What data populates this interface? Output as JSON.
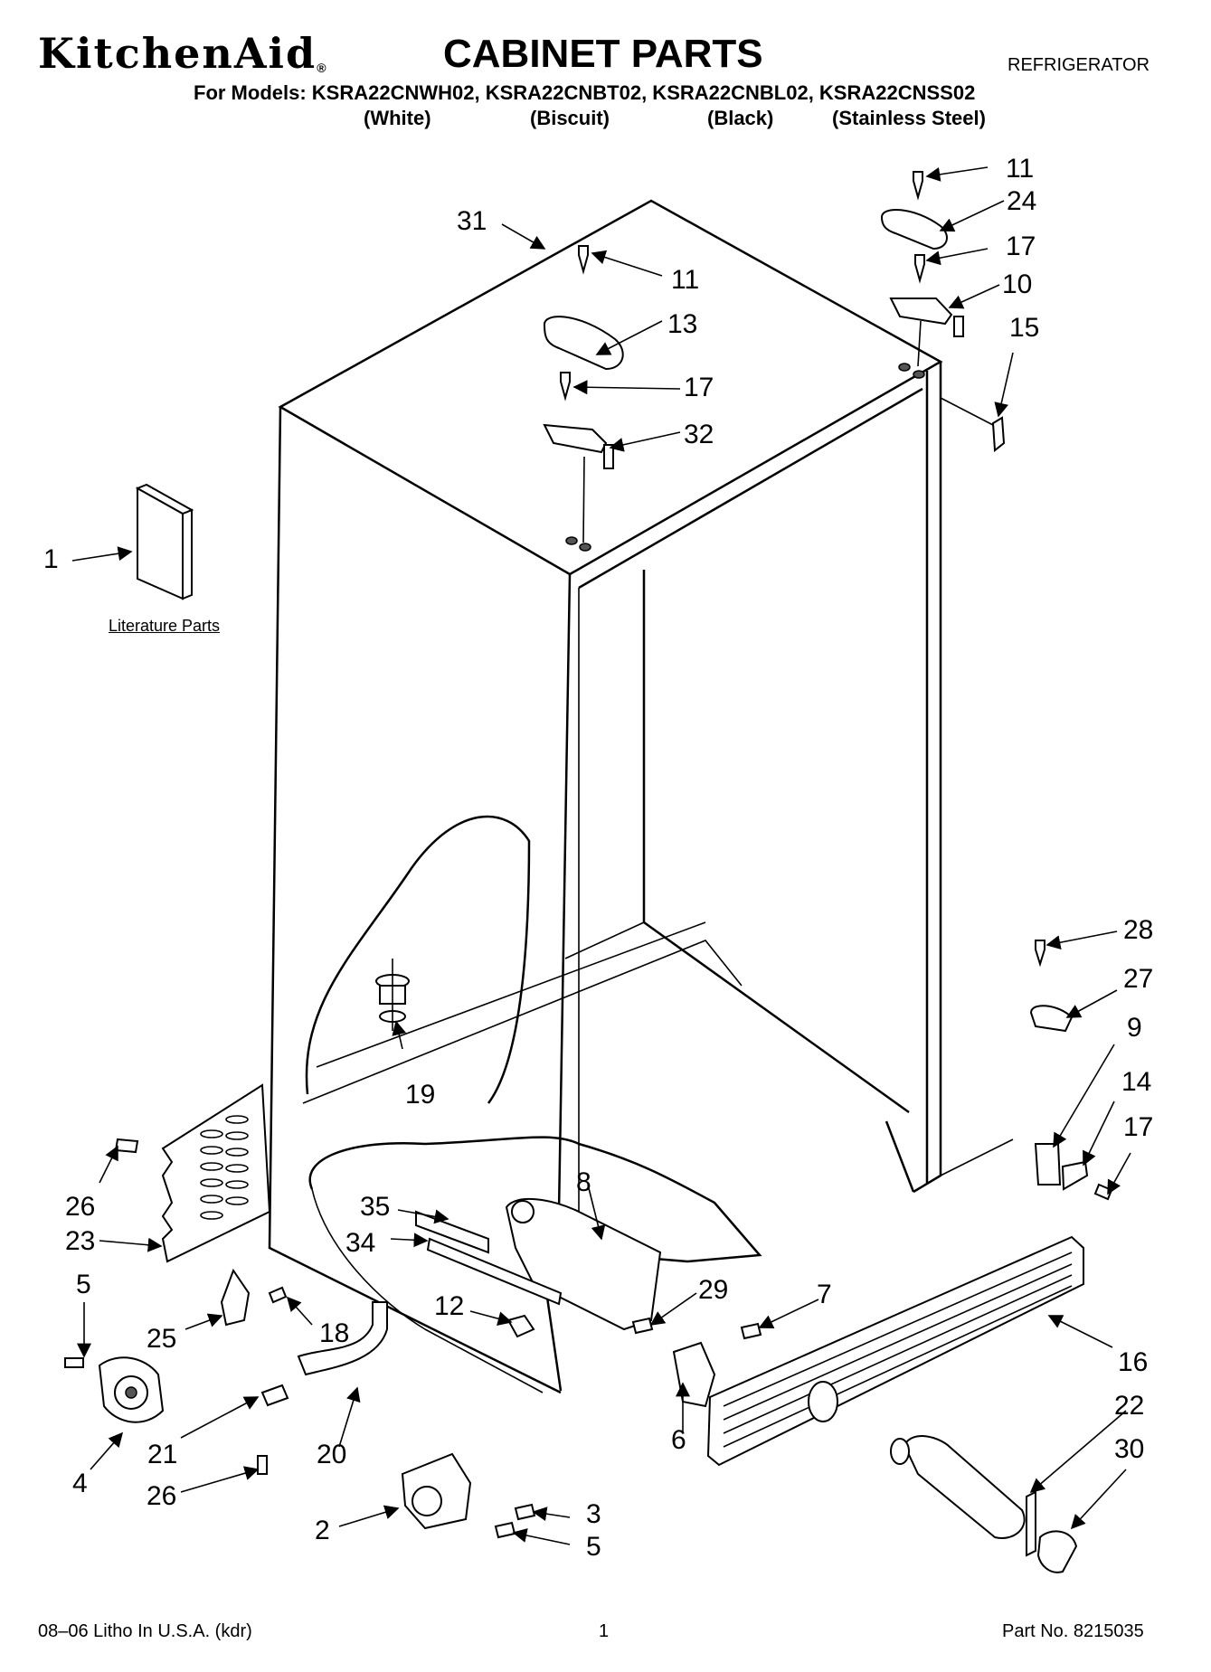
{
  "header": {
    "brand": "KitchenAid",
    "brand_mark": "®",
    "title": "CABINET PARTS",
    "appliance": "REFRIGERATOR",
    "models_line": "For Models: KSRA22CNWH02, KSRA22CNBT02, KSRA22CNBL02, KSRA22CNSS02",
    "colors": [
      "(White)",
      "(Biscuit)",
      "(Black)",
      "(Stainless Steel)"
    ]
  },
  "literature_label": "Literature Parts",
  "callouts": {
    "c1": "1",
    "c2": "2",
    "c3": "3",
    "c4": "4",
    "c5a": "5",
    "c5b": "5",
    "c6": "6",
    "c7": "7",
    "c8": "8",
    "c9": "9",
    "c10": "10",
    "c11a": "11",
    "c11b": "11",
    "c12": "12",
    "c13": "13",
    "c14": "14",
    "c15": "15",
    "c16": "16",
    "c17a": "17",
    "c17b": "17",
    "c17c": "17",
    "c18": "18",
    "c19": "19",
    "c20": "20",
    "c21": "21",
    "c22": "22",
    "c23": "23",
    "c24": "24",
    "c25": "25",
    "c26a": "26",
    "c26b": "26",
    "c27": "27",
    "c28": "28",
    "c29": "29",
    "c30": "30",
    "c31": "31",
    "c32": "32",
    "c34": "34",
    "c35": "35"
  },
  "footer": {
    "left": "08–06 Litho In U.S.A. (kdr)",
    "page": "1",
    "part_no": "Part No. 8215035"
  }
}
